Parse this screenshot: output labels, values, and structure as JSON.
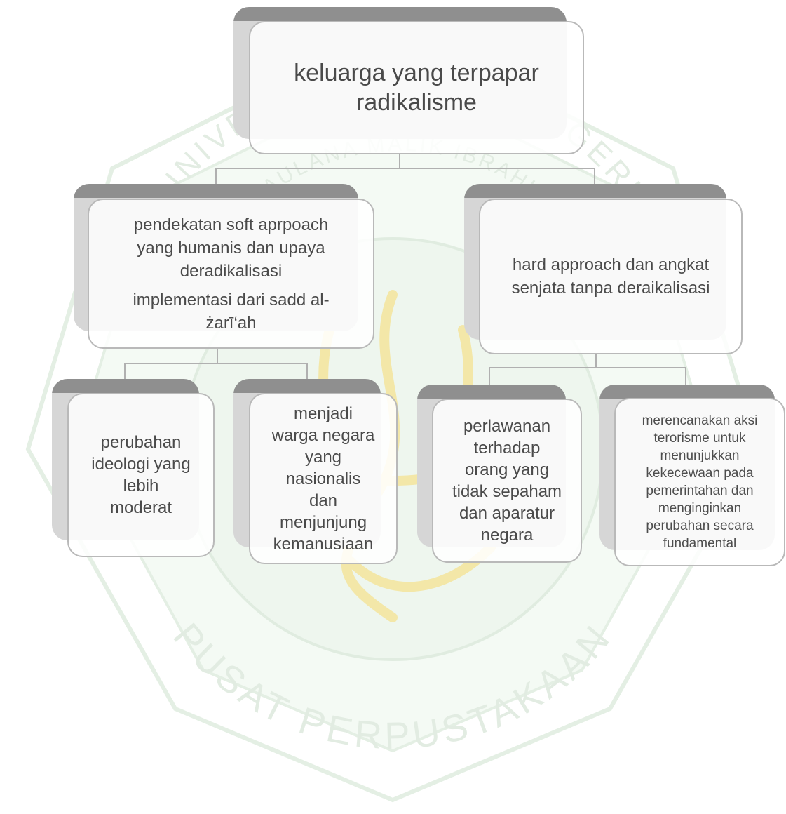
{
  "diagram": {
    "root": {
      "lines": [
        "keluarga yang terpapar",
        "radikalisme"
      ]
    },
    "branches": [
      {
        "lines": [
          "pendekatan soft aprpoach",
          "yang humanis dan upaya",
          "deradikalisasi"
        ],
        "lines2": [
          "implementasi dari sadd al-",
          "żarī‘ah"
        ],
        "children": [
          {
            "lines": [
              "perubahan",
              "ideologi yang",
              "lebih",
              "moderat"
            ]
          },
          {
            "lines": [
              "menjadi",
              "warga negara",
              "yang",
              "nasionalis",
              "dan",
              "menjunjung",
              "kemanusiaan"
            ]
          }
        ]
      },
      {
        "lines": [
          "hard approach dan angkat",
          "senjata tanpa deraikalisasi"
        ],
        "children": [
          {
            "lines": [
              "perlawanan",
              "terhadap",
              "orang yang",
              "tidak sepaham",
              "dan aparatur",
              "negara"
            ]
          },
          {
            "lines": [
              "merencanakan aksi",
              "terorisme untuk",
              "menunjukkan",
              "kekecewaan pada",
              "pemerintahan dan",
              "menginginkan",
              "perubahan secara",
              "fundamental"
            ]
          }
        ]
      }
    ]
  },
  "watermark": {
    "arc_top": "UNIVERSITAS ISLAM NEGERI",
    "arc_mid": "MAULANA MALIK IBRAHIM",
    "arc_bottom": "PUSAT PERPUSTAKAAN"
  },
  "colors": {
    "shadow_dark": "#8f8f8f",
    "shadow_light": "#d6d6d6",
    "card_border": "#b9b9b9",
    "text": "#4a4a4a",
    "connector": "#b0b0b0",
    "watermark_green": "#dfeee0",
    "watermark_gold": "#f3e7a8"
  }
}
